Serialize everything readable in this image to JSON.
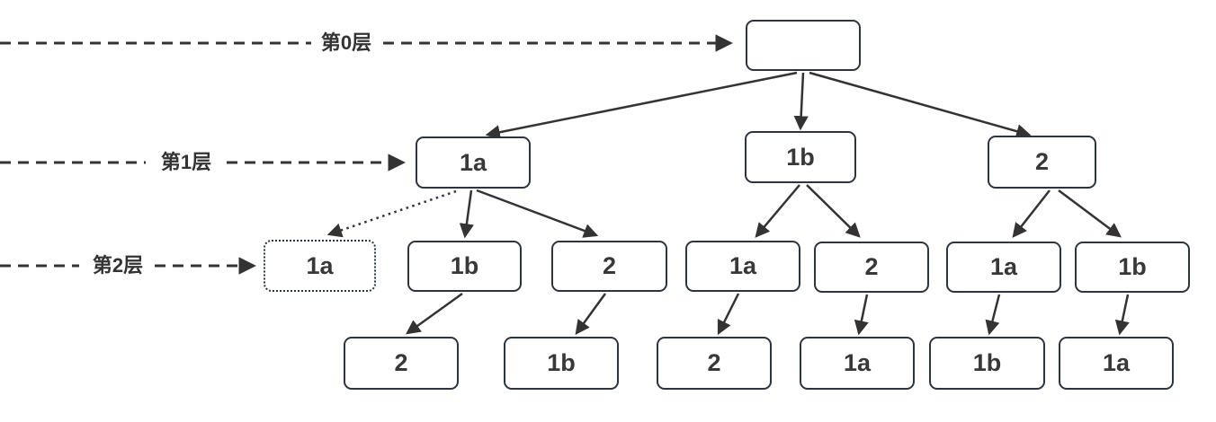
{
  "diagram": {
    "title": "layered tree diagram",
    "background_color": "#ffffff",
    "line_color": "#333333",
    "node_border_color": "#2e343e",
    "node_text_color": "#383838"
  },
  "levels": [
    {
      "label": "第0层"
    },
    {
      "label": "第1层"
    },
    {
      "label": "第2层"
    }
  ],
  "nodes": [
    {
      "id": "root",
      "label": "",
      "level": 0,
      "style": "solid"
    },
    {
      "id": "1a",
      "label": "1a",
      "level": 1,
      "style": "solid"
    },
    {
      "id": "1b",
      "label": "1b",
      "level": 1,
      "style": "solid"
    },
    {
      "id": "2",
      "label": "2",
      "level": 1,
      "style": "solid"
    },
    {
      "id": "1a/1a",
      "label": "1a",
      "level": 2,
      "style": "dotted"
    },
    {
      "id": "1a/1b",
      "label": "1b",
      "level": 2,
      "style": "solid"
    },
    {
      "id": "1a/2",
      "label": "2",
      "level": 2,
      "style": "solid"
    },
    {
      "id": "1b/1a",
      "label": "1a",
      "level": 2,
      "style": "solid"
    },
    {
      "id": "1b/2",
      "label": "2",
      "level": 2,
      "style": "solid"
    },
    {
      "id": "2/1a",
      "label": "1a",
      "level": 2,
      "style": "solid"
    },
    {
      "id": "2/1b",
      "label": "1b",
      "level": 2,
      "style": "solid"
    },
    {
      "id": "1a/1b/2",
      "label": "2",
      "level": 3,
      "style": "solid"
    },
    {
      "id": "1a/2/1b",
      "label": "1b",
      "level": 3,
      "style": "solid"
    },
    {
      "id": "1b/1a/2",
      "label": "2",
      "level": 3,
      "style": "solid"
    },
    {
      "id": "1b/2/1a",
      "label": "1a",
      "level": 3,
      "style": "solid"
    },
    {
      "id": "2/1a/1b",
      "label": "1b",
      "level": 3,
      "style": "solid"
    },
    {
      "id": "2/1b/1a",
      "label": "1a",
      "level": 3,
      "style": "solid"
    }
  ],
  "edges": [
    {
      "from": "root",
      "to": "1a",
      "style": "solid"
    },
    {
      "from": "root",
      "to": "1b",
      "style": "solid"
    },
    {
      "from": "root",
      "to": "2",
      "style": "solid"
    },
    {
      "from": "1a",
      "to": "1a/1a",
      "style": "dotted"
    },
    {
      "from": "1a",
      "to": "1a/1b",
      "style": "solid"
    },
    {
      "from": "1a",
      "to": "1a/2",
      "style": "solid"
    },
    {
      "from": "1b",
      "to": "1b/1a",
      "style": "solid"
    },
    {
      "from": "1b",
      "to": "1b/2",
      "style": "solid"
    },
    {
      "from": "2",
      "to": "2/1a",
      "style": "solid"
    },
    {
      "from": "2",
      "to": "2/1b",
      "style": "solid"
    },
    {
      "from": "1a/1b",
      "to": "1a/1b/2",
      "style": "solid"
    },
    {
      "from": "1a/2",
      "to": "1a/2/1b",
      "style": "solid"
    },
    {
      "from": "1b/1a",
      "to": "1b/1a/2",
      "style": "solid"
    },
    {
      "from": "1b/2",
      "to": "1b/2/1a",
      "style": "solid"
    },
    {
      "from": "2/1a",
      "to": "2/1a/1b",
      "style": "solid"
    },
    {
      "from": "2/1b",
      "to": "2/1b/1a",
      "style": "solid"
    }
  ]
}
